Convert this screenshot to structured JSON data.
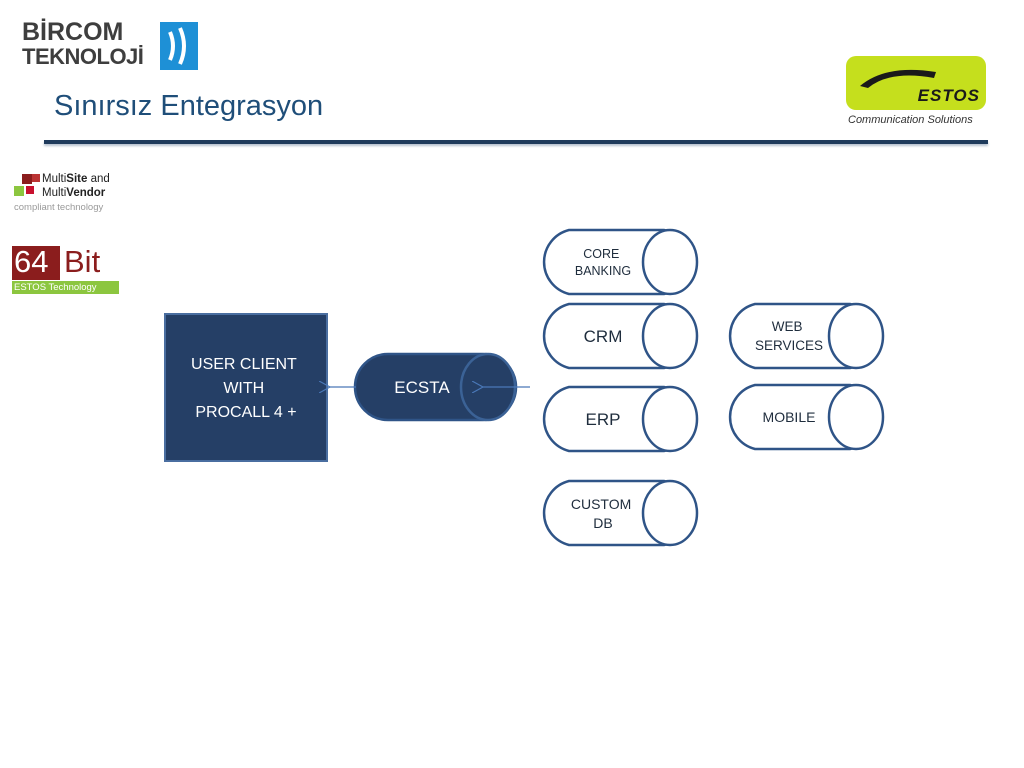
{
  "slide": {
    "title": "Sınırsız Entegrasyon"
  },
  "logos": {
    "bircom": {
      "line1": "BİRCOM",
      "line2": "TEKNOLOJİ"
    },
    "estos": {
      "word": "ESTOS",
      "tagline": "Communication Solutions"
    },
    "multisite": {
      "line1_a": "Multi",
      "line1_b": "Site",
      "line1_c": " and",
      "line2_a": "Multi",
      "line2_b": "Vendor",
      "line3": "compliant technology"
    },
    "bit64": {
      "big": "64",
      "big2": "Bit",
      "small": "ESTOS Technology"
    }
  },
  "diagram": {
    "user_client": [
      "USER CLIENT",
      "WITH",
      "PROCALL 4 +"
    ],
    "ecsta": "ECSTA",
    "nodes": {
      "core_banking": [
        "CORE",
        "BANKING"
      ],
      "crm": [
        "CRM"
      ],
      "erp": [
        "ERP"
      ],
      "custom_db": [
        "CUSTOM",
        "DB"
      ],
      "web_services": [
        "WEB",
        "SERVICES"
      ],
      "mobile": [
        "MOBILE"
      ]
    },
    "colors": {
      "dark_box": "#253f66",
      "outline": "#2f5487",
      "rule": "#1f3b5c",
      "title": "#1f4e79",
      "estos_green": "#c5df1d"
    }
  }
}
